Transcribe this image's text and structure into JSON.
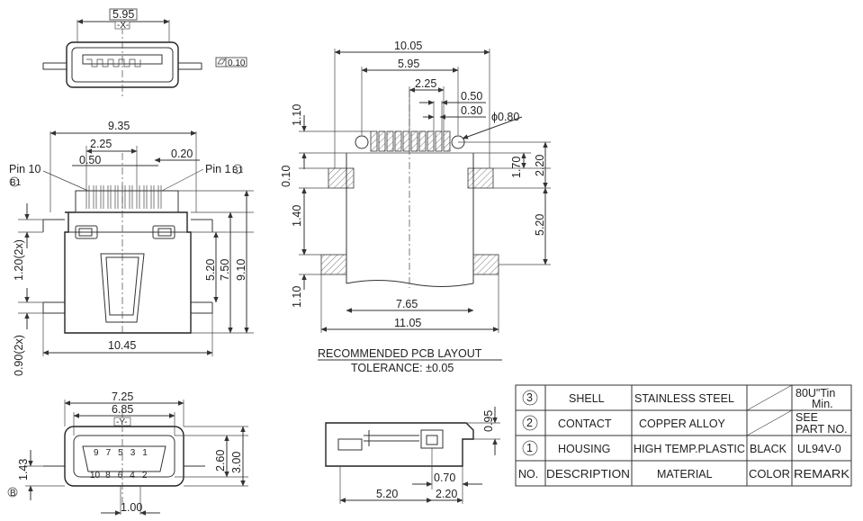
{
  "top_view": {
    "width_dim": "5.95",
    "datum_x": "-X-",
    "flatness": "0.10"
  },
  "front_view": {
    "pin10_label": "Pin 10",
    "pin10_ref": "B1",
    "pin1_label": "Pin 1",
    "pin1_ref": "B1",
    "dim_9_35": "9.35",
    "dim_2_25": "2.25",
    "dim_0_20": "0.20",
    "dim_0_50": "0.50",
    "dim_1_20_2x": "1.20(2x)",
    "dim_0_90_2x": "0.90(2x)",
    "dim_5_20": "5.20",
    "dim_7_50": "7.50",
    "dim_9_10": "9.10",
    "dim_10_45": "10.45"
  },
  "pcb_layout": {
    "dim_10_05": "10.05",
    "dim_5_95": "5.95",
    "dim_2_25": "2.25",
    "dim_0_50": "0.50",
    "dim_0_30": "0.30",
    "dim_phi_0_80": "ϕ0.80",
    "dim_1_10_top": "1.10",
    "dim_0_10": "0.10",
    "dim_1_40": "1.40",
    "dim_1_10_bottom": "1.10",
    "dim_1_70": "1.70",
    "dim_2_20": "2.20",
    "dim_5_20": "5.20",
    "dim_7_65": "7.65",
    "dim_11_05": "11.05",
    "title": "RECOMMENDED PCB LAYOUT",
    "tolerance": "TOLERANCE: ±0.05"
  },
  "end_view": {
    "dim_7_25": "7.25",
    "dim_6_85": "6.85",
    "datum_y": "-Y-",
    "dim_1_43": "1.43",
    "dim_2_60": "2.60",
    "dim_3_00": "3.00",
    "dim_1_00": "1.00",
    "datum_b": "B",
    "pins_top": [
      "9",
      "7",
      "5",
      "3",
      "1"
    ],
    "pins_bottom": [
      "10",
      "8",
      "6",
      "4",
      "2"
    ]
  },
  "side_view": {
    "dim_0_95": "0.95",
    "dim_0_70": "0.70",
    "dim_5_20": "5.20",
    "dim_2_20": "2.20"
  },
  "material_table": {
    "rows": [
      {
        "no": "3",
        "description": "SHELL",
        "material": "STAINLESS STEEL",
        "color": "",
        "remark_lines": [
          "80U\"Tin",
          "Min."
        ]
      },
      {
        "no": "2",
        "description": "CONTACT",
        "material": "COPPER ALLOY",
        "color": "",
        "remark_lines": [
          "SEE",
          "PART NO."
        ]
      },
      {
        "no": "1",
        "description": "HOUSING",
        "material": "HIGH TEMP.PLASTIC",
        "color": "BLACK",
        "remark_lines": [
          "UL94V-0"
        ]
      }
    ],
    "header": {
      "no": "NO.",
      "description": "DESCRIPTION",
      "material": "MATERIAL",
      "color": "COLOR",
      "remark": "REMARK"
    }
  }
}
